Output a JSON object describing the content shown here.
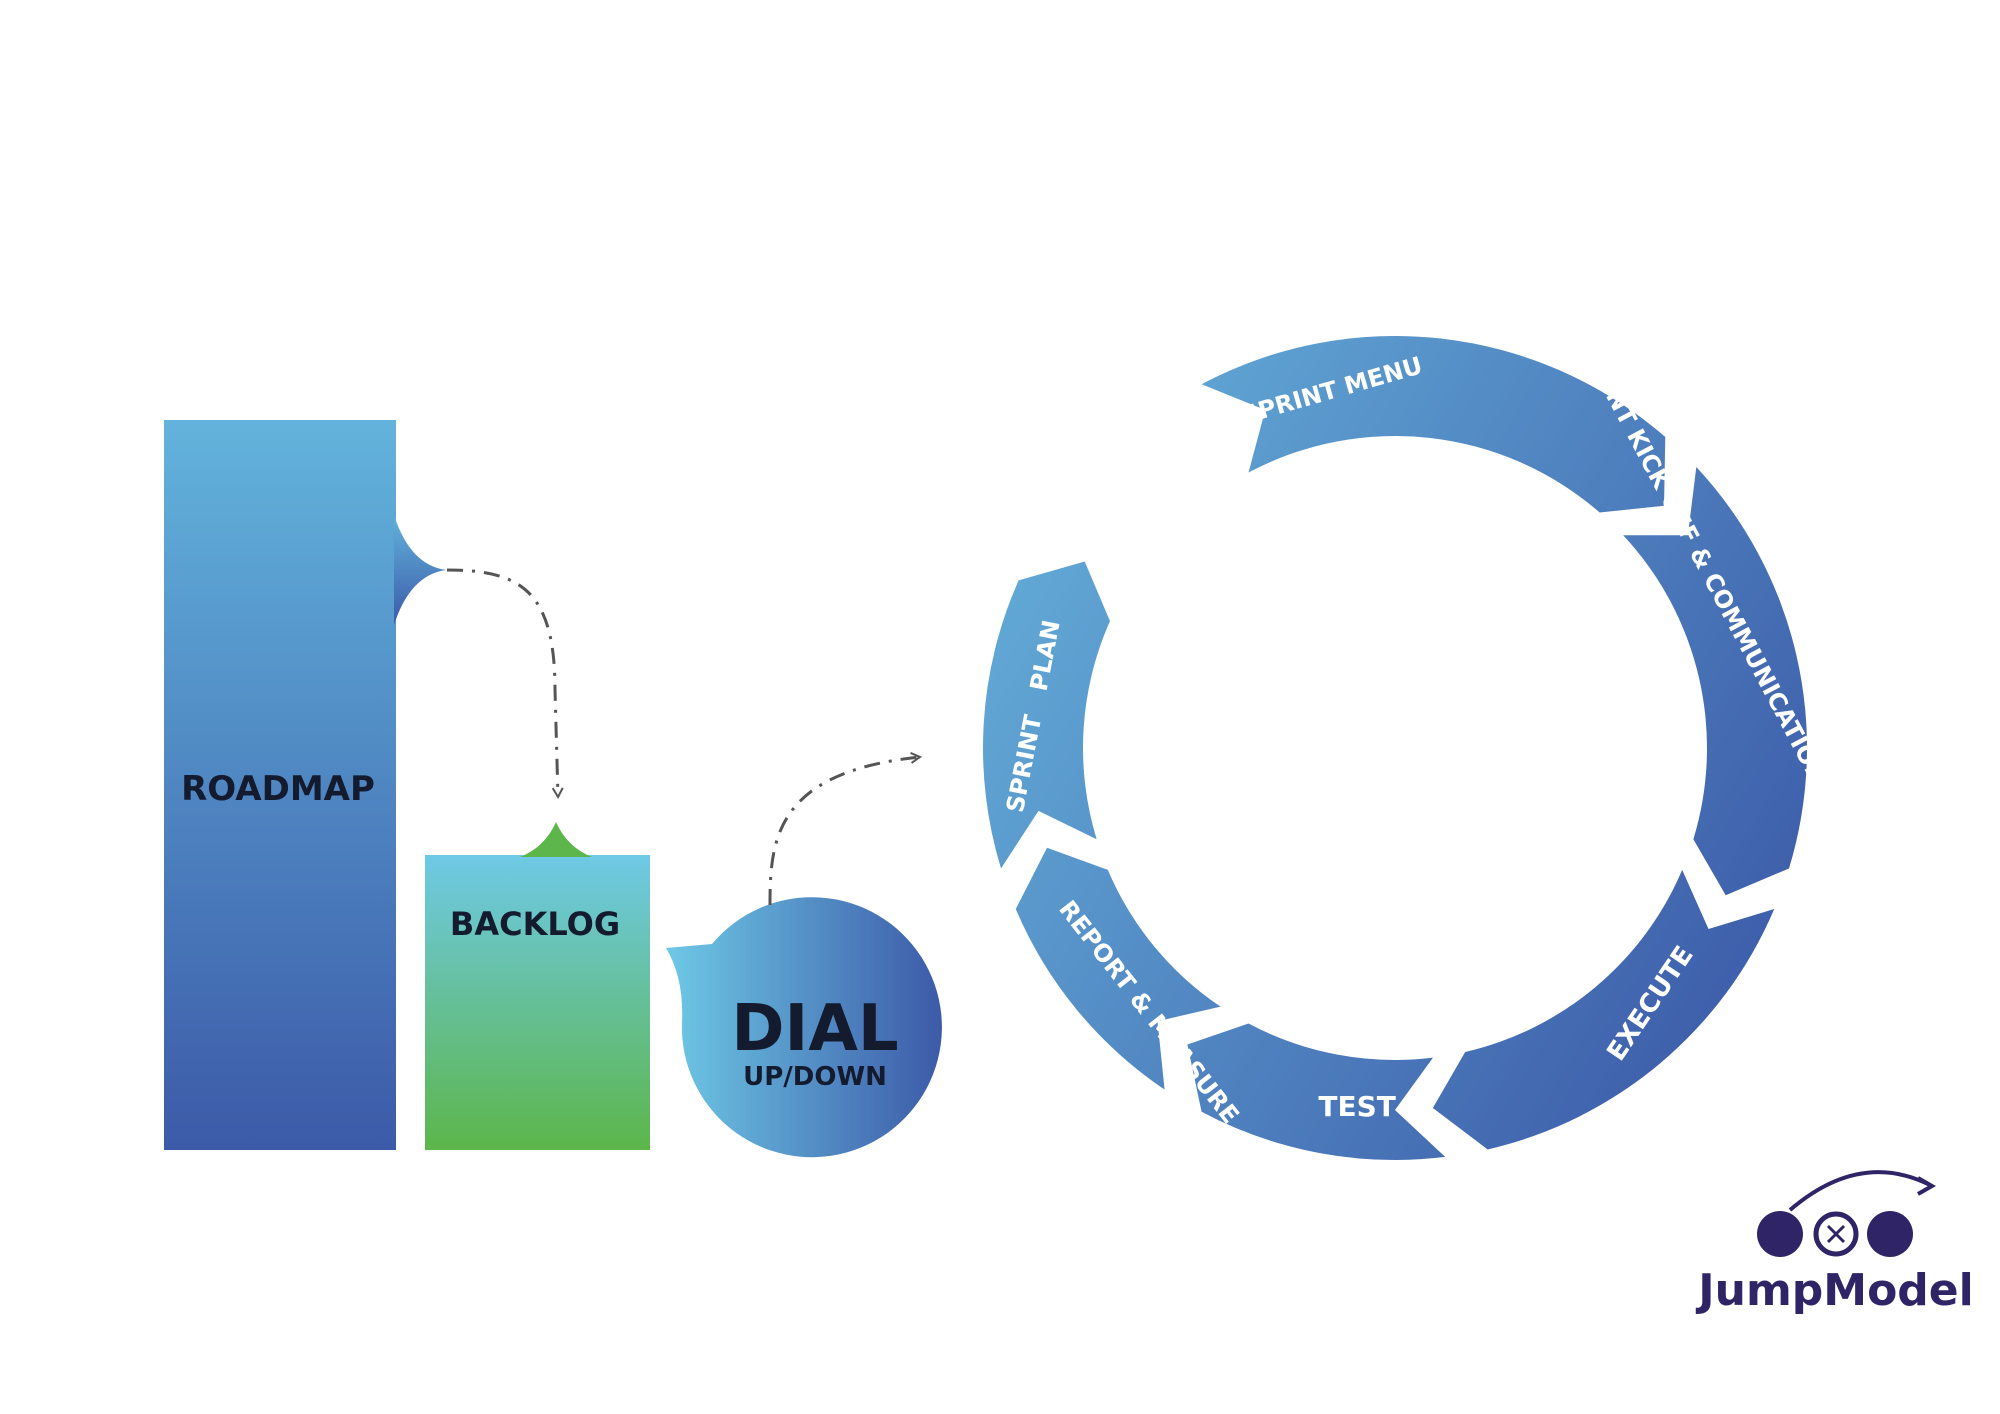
{
  "colors": {
    "roadmap_top": "#62b3dc",
    "roadmap_bottom": "#3c5aa8",
    "backlog_top": "#6ec9e6",
    "backlog_bottom": "#5cb64a",
    "dial_left": "#6ec9e6",
    "dial_right": "#3c5aa8",
    "cycle_light": "#65b0da",
    "cycle_dark": "#3c5aa8",
    "logo": "#2f2466",
    "connector": "#555555"
  },
  "roadmap": {
    "label": "ROADMAP"
  },
  "backlog": {
    "label": "BACKLOG"
  },
  "dial": {
    "title": "DIAL",
    "subtitle": "UP/DOWN"
  },
  "cycle": {
    "steps": [
      {
        "label": "SPRINT MENU"
      },
      {
        "label": "SPRINT KICK OFF & COMMUNICATION STRATEGY"
      },
      {
        "label": "EXECUTE"
      },
      {
        "label": "TEST"
      },
      {
        "label": "REPORT & MEASURE"
      },
      {
        "label": "SPRINT   PLAN"
      }
    ]
  },
  "logo": {
    "text": "JumpModel",
    "icon": "jump-model-icon"
  }
}
